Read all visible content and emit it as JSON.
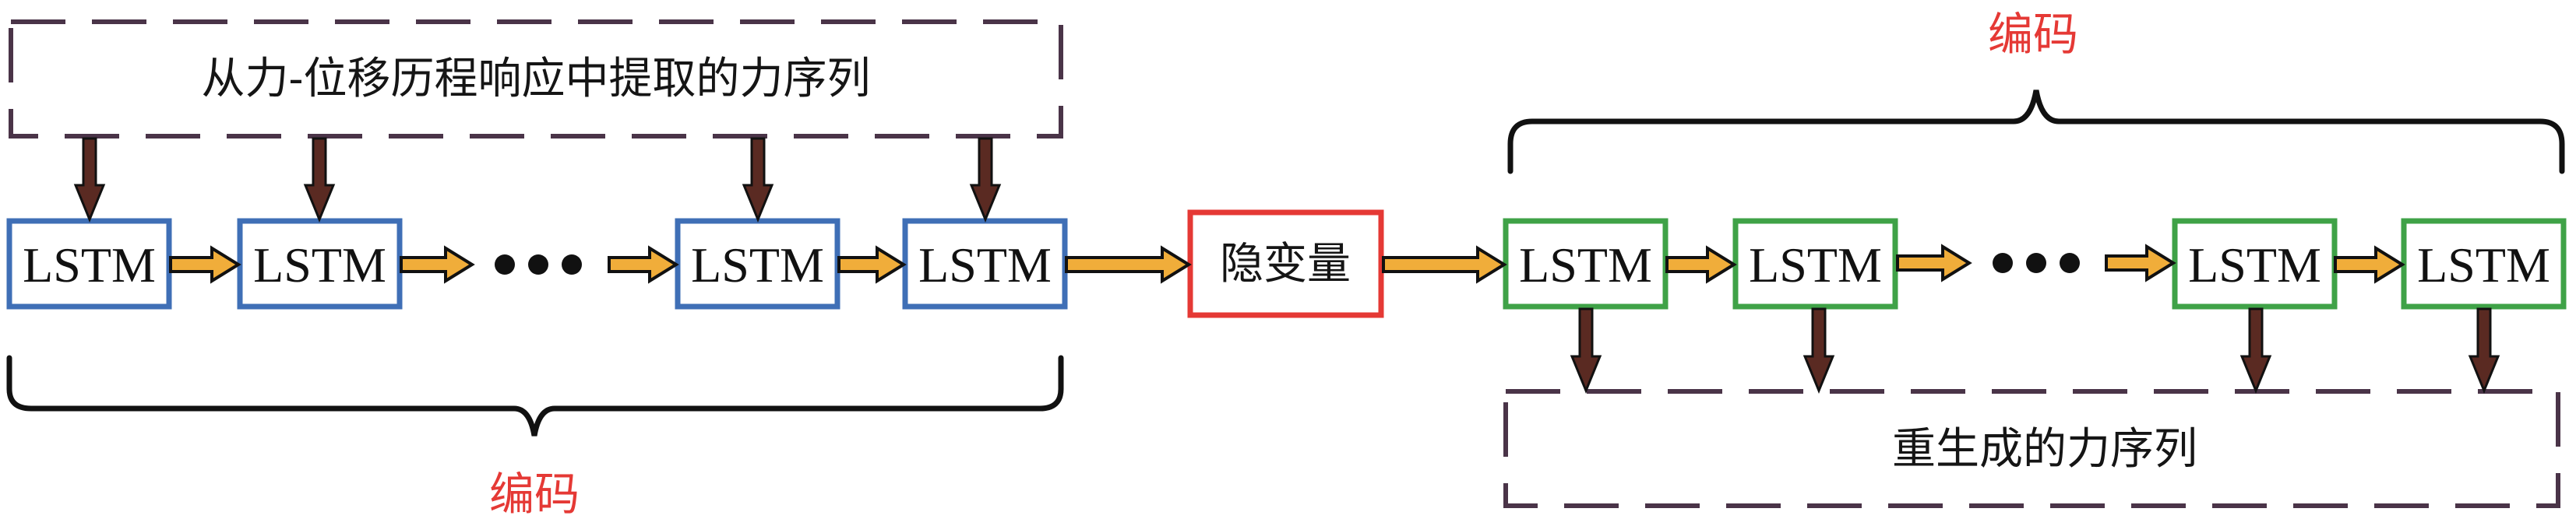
{
  "colors": {
    "encoder_border": "#3f6fb6",
    "decoder_border": "#3fa247",
    "latent_border": "#e53935",
    "flow_arrow_fill": "#f0ad3a",
    "io_arrow_fill": "#5a2a22",
    "outline": "#111111",
    "dashed_border": "#4a3448",
    "label_red": "#e53935"
  },
  "input_box": {
    "label": "从力-位移历程响应中提取的力序列"
  },
  "encoder": {
    "cells": [
      {
        "label": "LSTM"
      },
      {
        "label": "LSTM"
      },
      {
        "label": "LSTM"
      },
      {
        "label": "LSTM"
      }
    ],
    "ellipsis": "•••",
    "brace_label": "编码"
  },
  "latent": {
    "label": "隐变量"
  },
  "decoder": {
    "cells": [
      {
        "label": "LSTM"
      },
      {
        "label": "LSTM"
      },
      {
        "label": "LSTM"
      },
      {
        "label": "LSTM"
      }
    ],
    "ellipsis": "•••",
    "brace_label": "编码"
  },
  "output_box": {
    "label": "重生成的力序列"
  }
}
